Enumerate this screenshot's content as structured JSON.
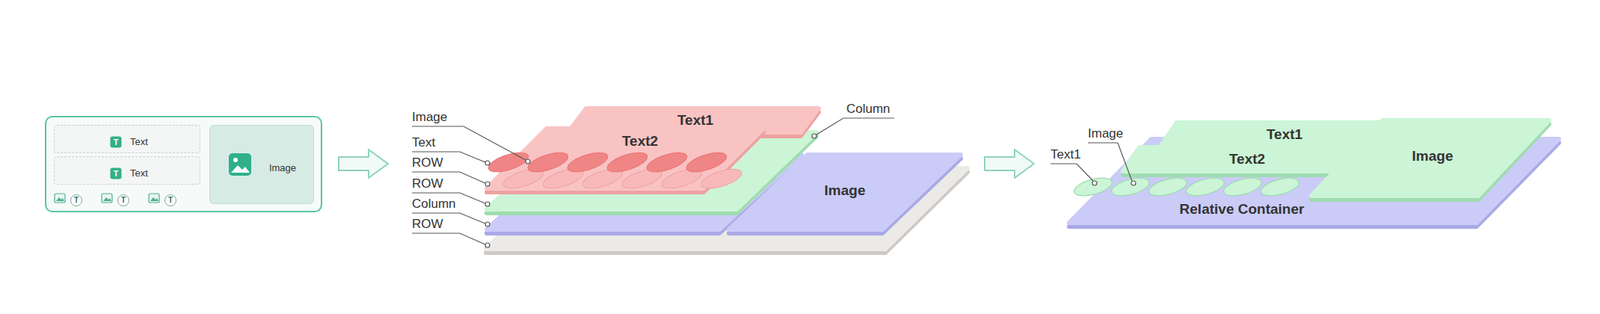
{
  "diagram": {
    "nodes": [
      {
        "text": [
          "T",
          "Text"
        ]
      },
      {
        "text": [
          "T",
          "Text"
        ]
      },
      {
        "text": [
          "Image"
        ]
      },
      {
        "text": [
          "Text1"
        ]
      },
      {
        "text": [
          "Text2"
        ]
      },
      {
        "text": [
          "Image"
        ]
      },
      {
        "text": [
          "Relative Container"
        ]
      },
      {
        "text": [
          "Text1"
        ],
        "in": 6
      },
      {
        "text": [
          "Text2"
        ],
        "in": 6
      },
      {
        "text": [
          "Image"
        ],
        "in": 6
      }
    ],
    "labels": [
      "T",
      "T",
      "T",
      "Image",
      "Text",
      "ROW",
      "ROW",
      "Column",
      "ROW",
      "Column",
      "Text1",
      "Image"
    ]
  }
}
